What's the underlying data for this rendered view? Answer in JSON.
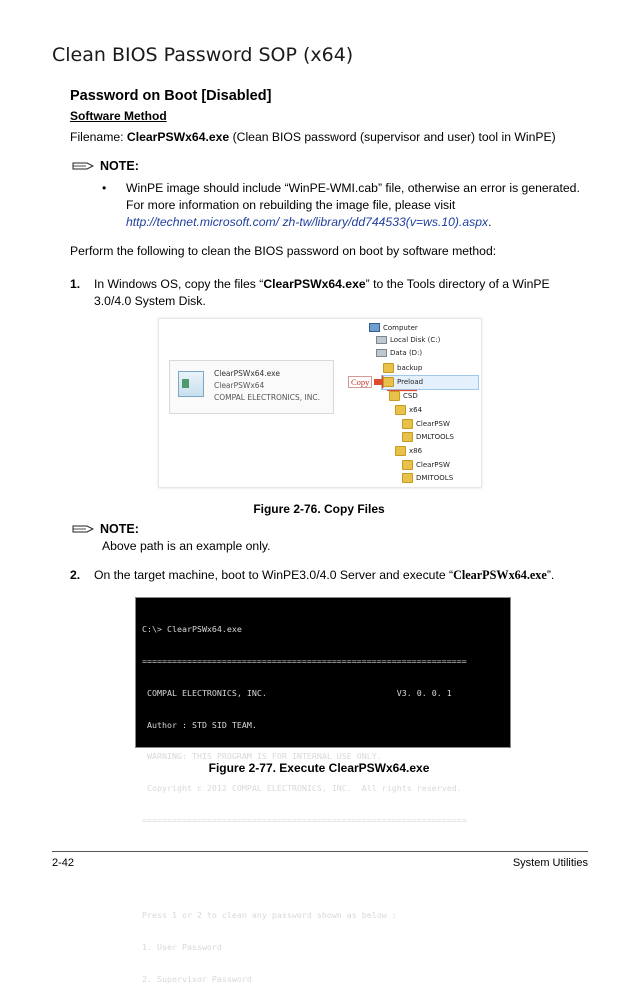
{
  "header": {
    "title": "Clean BIOS Password SOP (x64)"
  },
  "section": {
    "heading": "Password on Boot [Disabled]",
    "subheading": "Software Method"
  },
  "filename": {
    "label": "Filename: ",
    "name": "ClearPSWx64.exe",
    "desc": " (Clean BIOS password (supervisor and user) tool in WinPE)"
  },
  "note1": {
    "label": "NOTE:",
    "bullet": "•",
    "text_a": "WinPE image should include “WinPE-WMI.cab” file, otherwise an error is generated. For more information on rebuilding the image file, please visit ",
    "link": "http://technet.microsoft.com/ zh-tw/library/dd744533(v=ws.10).aspx",
    "text_b": "."
  },
  "intro": "Perform the following to clean the BIOS password on boot by software method:",
  "step1": {
    "num": "1.",
    "text_a": "In Windows OS, copy the files “",
    "bold": "ClearPSWx64.exe",
    "text_b": "” to the Tools directory of a WinPE 3.0/4.0 System Disk."
  },
  "figure1": {
    "file_lines": [
      "ClearPSWx64.exe",
      "ClearPSWx64",
      "COMPAL ELECTRONICS, INC."
    ],
    "copy_label": "Copy",
    "tree": [
      "Computer",
      "Local Disk (C:)",
      "Data (D:)",
      "backup",
      "Preload",
      "CSD",
      "x64",
      "ClearPSW",
      "DMLTOOLS",
      "x86",
      "ClearPSW",
      "DMITOOLS"
    ],
    "caption": "Figure 2-76.   Copy Files"
  },
  "note2": {
    "label": "NOTE:",
    "text": "Above path is an example only."
  },
  "step2": {
    "num": "2.",
    "text_a": "On the target machine, boot to WinPE3.0/4.0 Server and execute “",
    "bold": "ClearPSWx64.exe",
    "text_b": "”."
  },
  "figure2": {
    "terminal": [
      "C:\\> ClearPSWx64.exe",
      "=================================================================",
      " COMPAL ELECTRONICS, INC.                          V3. 0. 0. 1",
      " Author : STD SID TEAM.",
      " WARNING: THIS PROGRAM IS FOR INTERNAL USE ONLY.",
      " Copyright c 2012 COMPAL ELECTRONICS, INC.  All rights reserved.",
      "=================================================================",
      "",
      "",
      "Press 1 or 2 to clean any password shown as below :",
      "1. User Password",
      "2. Supervisor Password"
    ],
    "caption": "Figure 2-77.   Execute ClearPSWx64.exe"
  },
  "footer": {
    "left": "2-42",
    "right": "System Utilities"
  }
}
